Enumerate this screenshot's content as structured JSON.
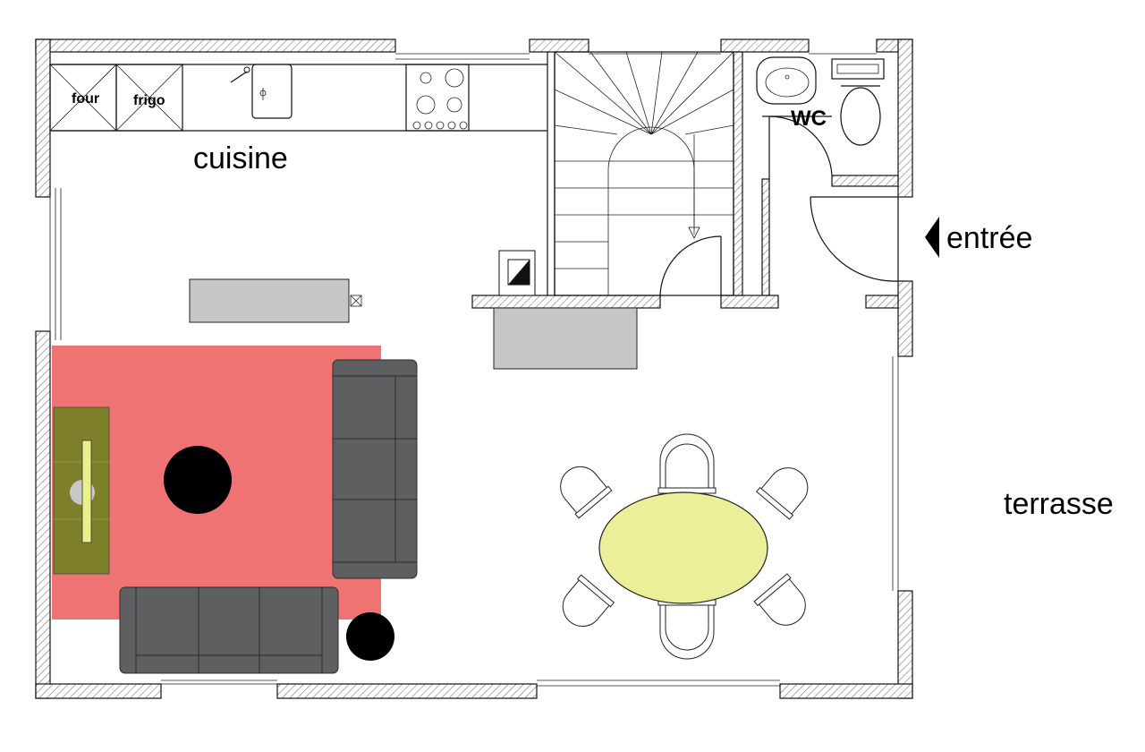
{
  "labels": {
    "four": "four",
    "frigo": "frigo",
    "cuisine": "cuisine",
    "wc": "WC",
    "entree": "entrée",
    "terrasse": "terrasse"
  },
  "colors": {
    "rug": "#f07373",
    "sofa": "#5e5f61",
    "table": "#ecef9a",
    "counter": "#c6c6c6",
    "low_table": "#7d7f2b",
    "wall_hatch": "#777777"
  }
}
